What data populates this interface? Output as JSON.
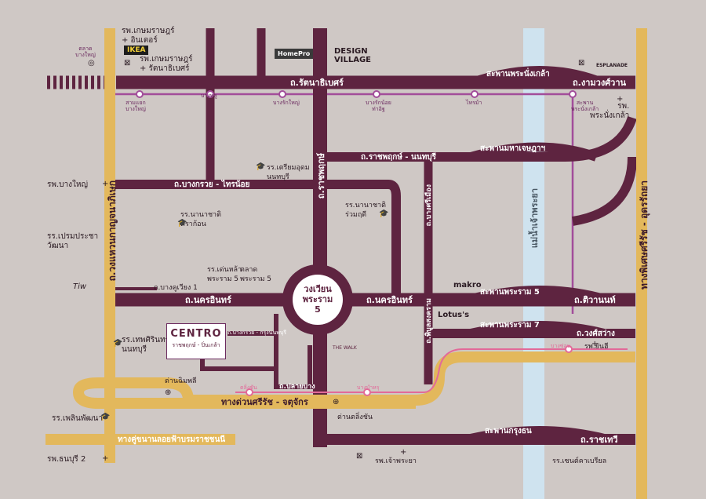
{
  "roads": {
    "rattanathibet": "ถ.รัตนาธิเบศร์",
    "ngamwongwan": "ถ.งามวงศ์วาน",
    "ratchaphruek_nonthaburi": "ถ.ราชพฤกษ์ - นนทบุรี",
    "bangkruai_sainoi": "ถ.บางกรวย - ไทรน้อย",
    "nakhon_in_left": "ถ.นครอินทร์",
    "nakhon_in_right": "ถ.นครอินทร์",
    "bangkhuwiang": "ถ.บางคูเวียง 1",
    "tiwanon": "ถ.ติวานนท์",
    "wongsawang": "ถ.วงศ์สว่าง",
    "plai_bang": "ถ.ปลายบาง",
    "expressway": "ทางด่วนศรีรัช - จตุจักร",
    "elevated": "ทางคู่ขนานลอยฟ้าบรมราชชนนี",
    "ratchawithi": "ถ.ราชเทวี",
    "ratchaphruek_vertical": "ถ.ราชพฤกษ์",
    "kanchanaphisek": "ถ.วงแหวนกาญจนาภิเษก",
    "bangkruai_rd": "ถ.บางศรีเมือง",
    "phiboonsongkram": "ถ.พิบูลสงคราม",
    "udon_rattaya": "ทางพิเศษศรีรัช - อุดรรัถยา",
    "bangkruai_krungthon": "ถ.บางกรวย - กรุงนนทบุรี"
  },
  "bridges": {
    "phra_nang_klao": "สะพานพระนั่งเกล้า",
    "maha_chesadabodin": "สะพานมหาเจษฎาฯ",
    "rama5": "สะพานพระราม 5",
    "rama7": "สะพานพระราม 7",
    "krungthon": "สะพานกรุงธน"
  },
  "river": "แม่น้ำเจ้าพระยา",
  "roundabout": {
    "line1": "วงเวียน",
    "line2": "พระราม",
    "line3": "5"
  },
  "places": {
    "kasemrad_inter": "รพ.เกษมราษฎร์\n+ อินเตอร์",
    "kasemrad_rattanathibet": "รพ.เกษมราษฎร์\n+ รัตนาธิเบศร์",
    "ikea": "IKEA",
    "homepro": "HomePro",
    "design_village": "DESIGN\nVILLAGE",
    "esplanade": "ESPLANADE",
    "phra_nang_klao_hosp": "รพ.\nพระนั่งเกล้า",
    "bangyai_hosp": "รพ.บางใหญ่",
    "prempracha": "รร.เปรมประชา\nวัฒนา",
    "triam_udom": "รร.เตรียมอุดม\nนนทบุรี",
    "nanachat_ruamrudee": "รร.นานาชาติ\nร่วมฤดี",
    "nanachat_trakon": "รร.นานาชาติ\nดราก้อน",
    "den_la": "รร.เด่นหล้า\nพระราม 5",
    "talad_rama5": "ตลาด\nพระราม 5",
    "tiw": "Tiw",
    "makro": "makro",
    "lotus": "Lotus's",
    "thewalk": "THE WALK",
    "thepsirin": "รร.เทพศิรินทร์\nนนทบุรี",
    "toll_dan_chimphli": "ด่านฉิมพลี",
    "toll_talingchan": "ด่านตลิ่งชัน",
    "phloen_phattana": "รร.เพลินพัฒนา",
    "thonburi2": "รพ.ธนบุรี 2",
    "chaophraya_hosp": "รพ.เจ้าพระยา",
    "st_gabriel": "รร.เซนต์คาเบรียล",
    "yanhee": "รพ.ยันฮี",
    "talad_bangyai": "ตลาด\nบางใหญ่"
  },
  "stations": {
    "sam_yaek_bangyai": "สามแยก\nบางใหญ่",
    "bang_phlu": "บางพลู",
    "bang_rak_yai": "บางรักใหญ่",
    "bang_rak_noi": "บางรักน้อย\nท่าอิฐ",
    "sai_ma": "ไทรม้า",
    "saphan_phra_nang_klao": "สะพาน\nพระนั่งเกล้า",
    "bang_son": "บางซ่อน",
    "talingchan": "ตลิ่งชัน",
    "bang_bamru": "บางบำหรุ"
  },
  "centro": {
    "brand": "CENTRO",
    "sub": "ราชพฤกษ์ - ปิ่นเกล้า"
  },
  "colors": {
    "background": "#cfc8c5",
    "main_road": "#5e2440",
    "expressway": "#e3b85c",
    "river": "#cfe3ef",
    "rail": "#a24d9a",
    "rail_pink": "#e26a99"
  }
}
